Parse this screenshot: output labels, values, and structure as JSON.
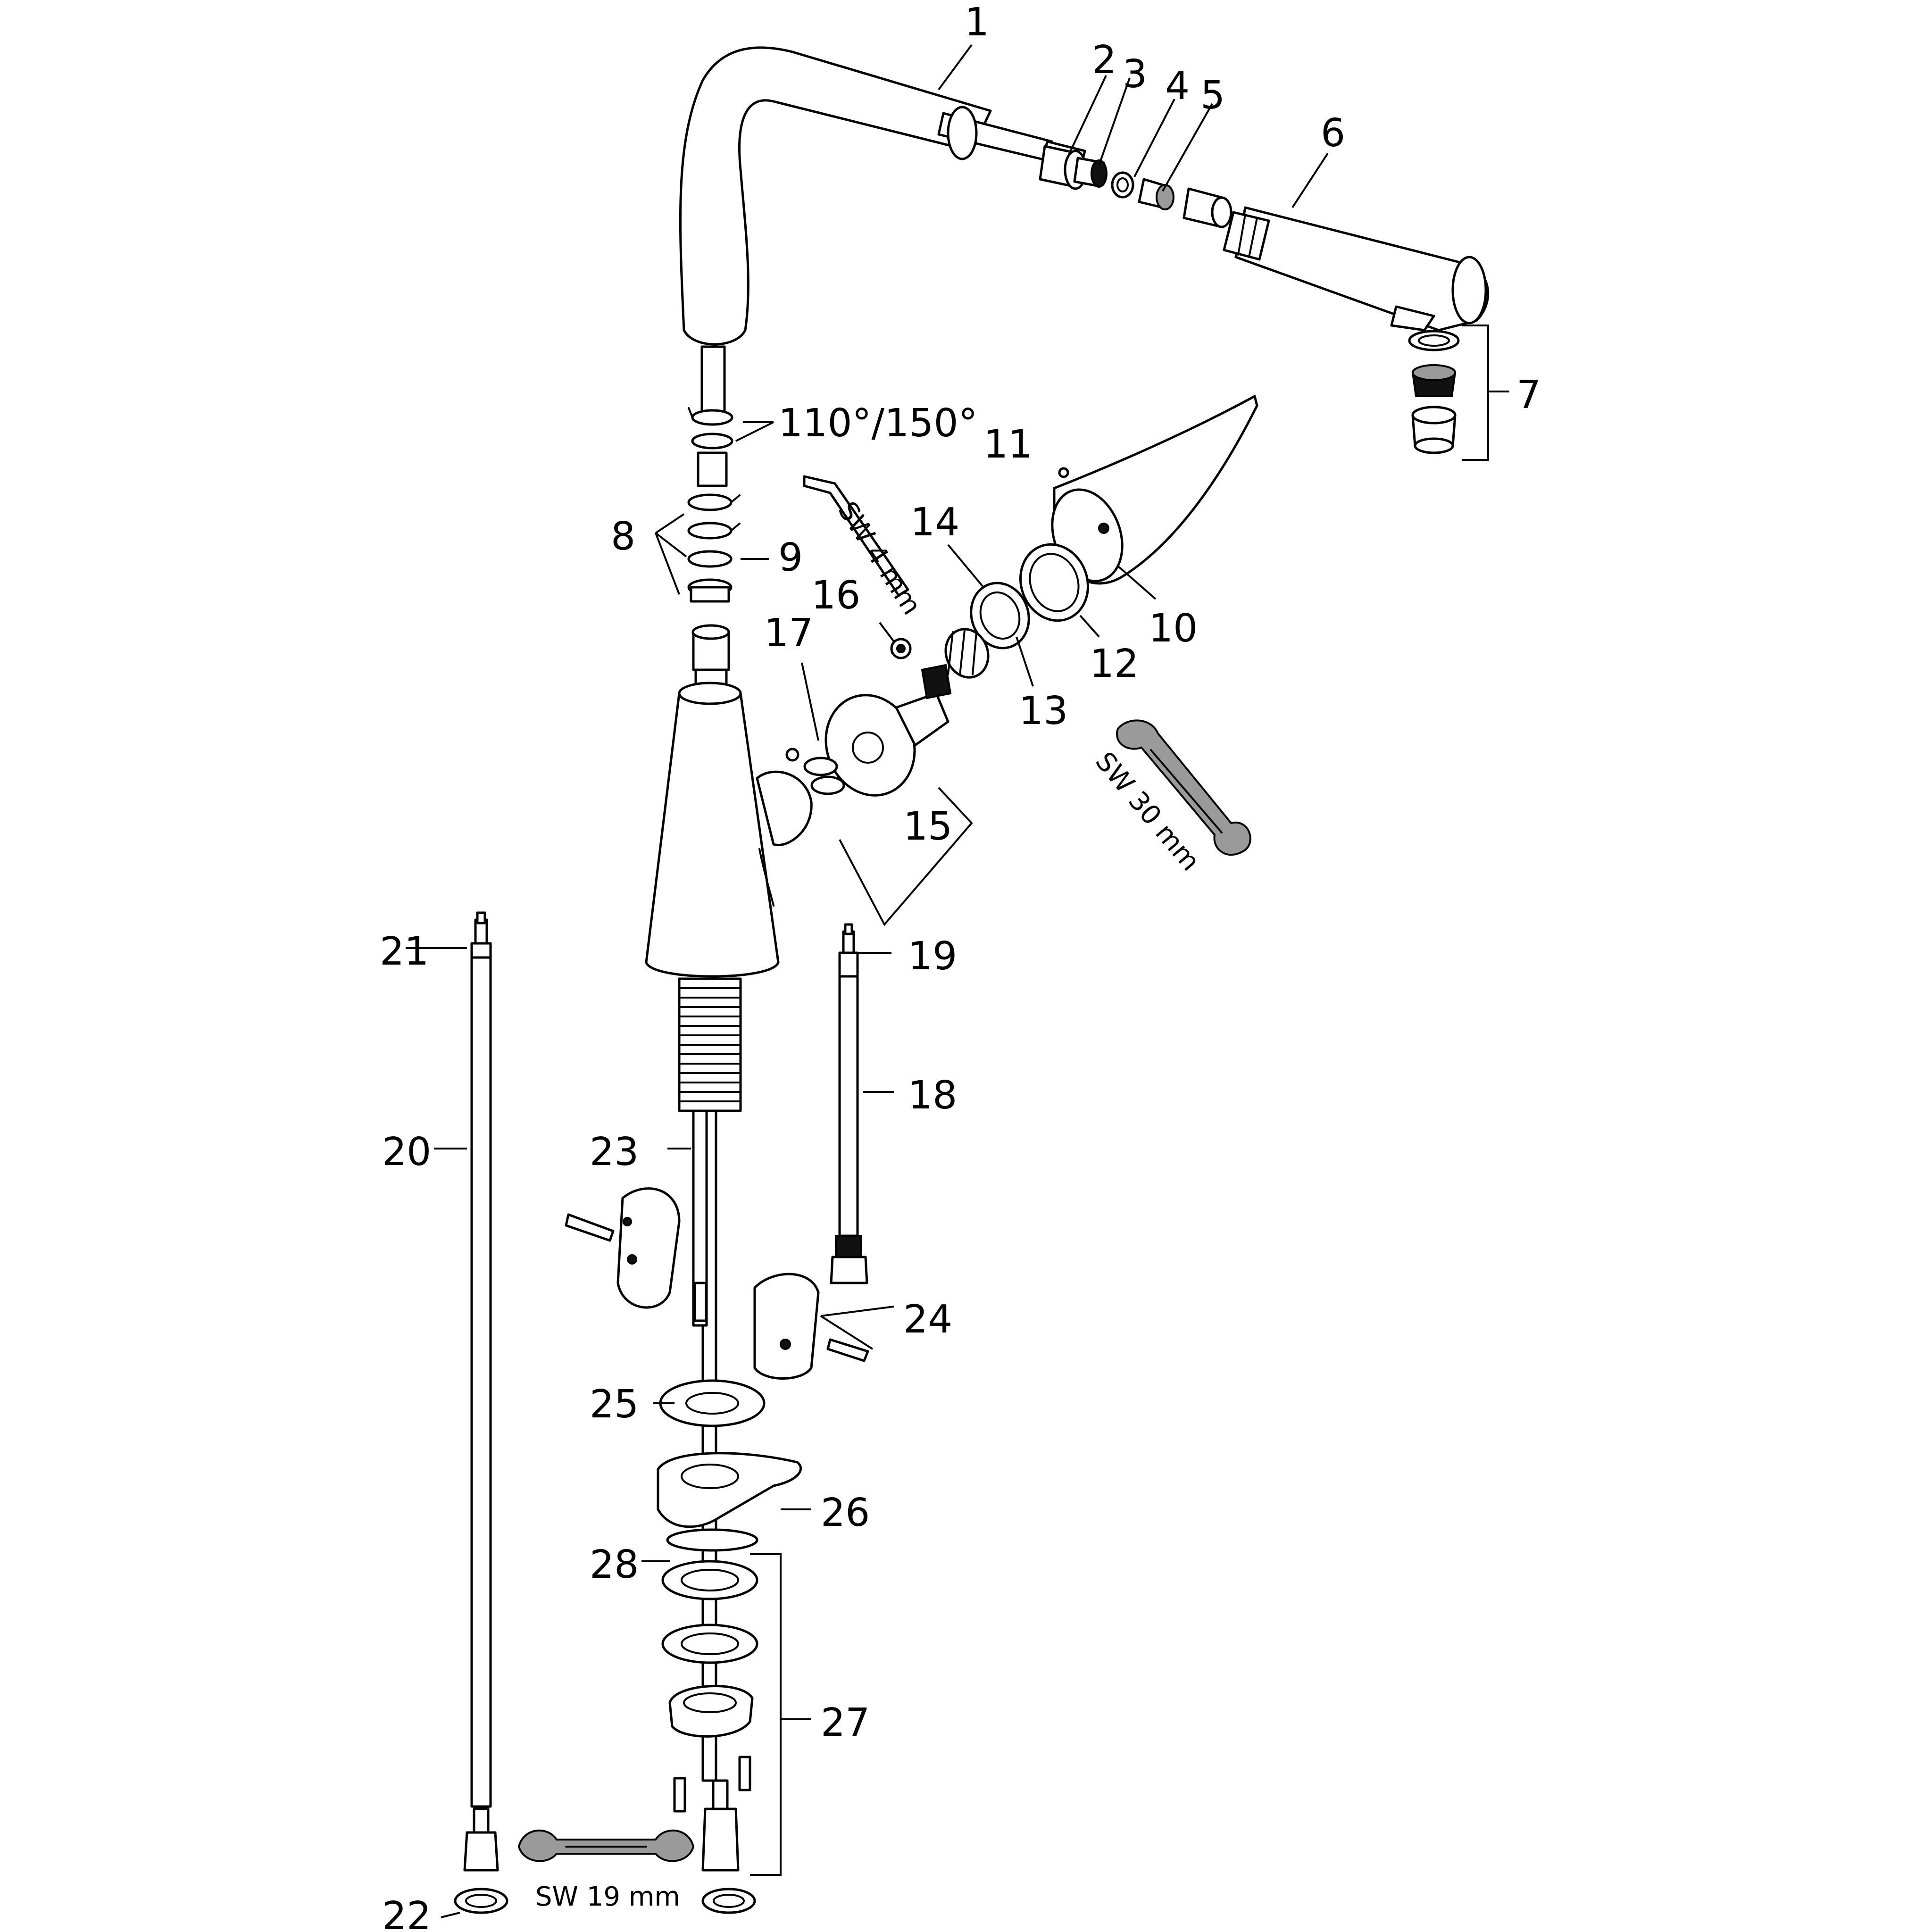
{
  "callouts": {
    "c1": "1",
    "c2": "2",
    "c3": "3",
    "c4": "4",
    "c5": "5",
    "c6": "6",
    "c7": "7",
    "c8": "8",
    "c9": "9",
    "c10": "10",
    "c11": "11",
    "c12": "12",
    "c13": "13",
    "c14": "14",
    "c15": "15",
    "c16": "16",
    "c17": "17",
    "c18": "18",
    "c19": "19",
    "c20": "20",
    "c21": "21",
    "c22": "22",
    "c23": "23",
    "c24": "24",
    "c25": "25",
    "c26": "26",
    "c27": "27",
    "c28": "28"
  },
  "annotations": {
    "swivel_angle": "110°/150°",
    "hex_key": "SW 4 mm",
    "wrench_30": "SW 30 mm",
    "wrench_19": "SW 19 mm"
  },
  "colors": {
    "line": "#000000",
    "background": "#ffffff",
    "wrench_fill": "#9a9a9a"
  }
}
